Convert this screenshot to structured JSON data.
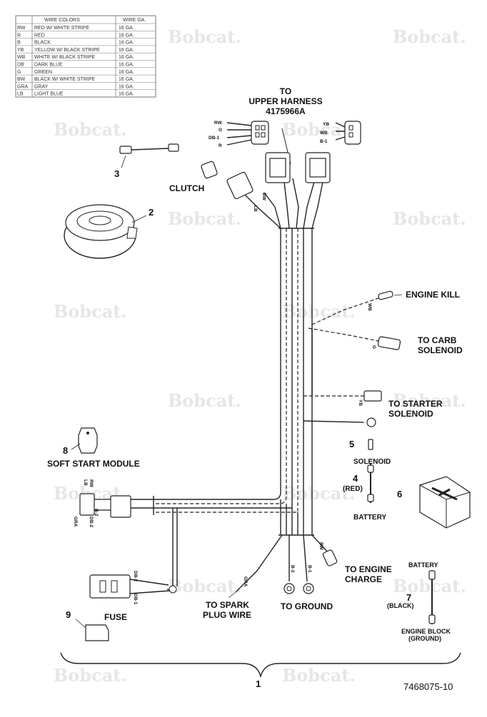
{
  "watermark": "Bobcat.",
  "wire_table": {
    "header_code": "",
    "header_color": "WIRE COLORS",
    "header_gauge": "WIRE GA.",
    "rows": [
      {
        "code": "RW",
        "color": "RED W/ WHITE STRIPE",
        "gauge": "16 GA."
      },
      {
        "code": "R",
        "color": "RED",
        "gauge": "16 GA."
      },
      {
        "code": "B",
        "color": "BLACK",
        "gauge": "16 GA."
      },
      {
        "code": "YB",
        "color": "YELLOW W/ BLACK STRIPE",
        "gauge": "16 GA."
      },
      {
        "code": "WB",
        "color": "WHITE W/ BLACK STRIPE",
        "gauge": "16 GA."
      },
      {
        "code": "DB",
        "color": "DARK BLUE",
        "gauge": "16 GA."
      },
      {
        "code": "G",
        "color": "GREEN",
        "gauge": "16 GA."
      },
      {
        "code": "BW",
        "color": "BLACK W/ WHITE STRIPE",
        "gauge": "16 GA."
      },
      {
        "code": "GRA",
        "color": "GRAY",
        "gauge": "16 GA."
      },
      {
        "code": "LB",
        "color": "LIGHT BLUE",
        "gauge": "16 GA."
      }
    ]
  },
  "labels": {
    "upper_harness_1": "TO",
    "upper_harness_2": "UPPER HARNESS",
    "upper_harness_3": "4175966A",
    "clutch": "CLUTCH",
    "engine_kill": "ENGINE KILL",
    "carb_1": "TO CARB",
    "carb_2": "SOLENOID",
    "starter_1": "TO STARTER",
    "starter_2": "SOLENOID",
    "soft_start": "SOFT START MODULE",
    "solenoid": "SOLENOID",
    "red": "(RED)",
    "battery": "BATTERY",
    "engine_charge_1": "TO ENGINE",
    "engine_charge_2": "CHARGE",
    "battery_top": "BATTERY",
    "black": "(BLACK)",
    "engine_block_1": "ENGINE BLOCK",
    "engine_block_2": "(GROUND)",
    "spark_1": "TO SPARK",
    "spark_2": "PLUG WIRE",
    "ground": "TO GROUND",
    "fuse": "FUSE",
    "part_number": "7468075-10"
  },
  "wire_codes": {
    "rw": "RW",
    "g": "G",
    "db1": "DB-1",
    "r": "R",
    "yb": "YB",
    "wb": "WB",
    "b1": "B-1",
    "bw": "BW",
    "lb": "LB",
    "wb2": "WB",
    "g2": "G",
    "yb2": "YB",
    "rw2": "RW",
    "lb2": "LB",
    "b2": "B-2",
    "db2": "DB-2",
    "gra": "GRA",
    "db2b": "DB-2",
    "db1b": "DB-1",
    "gra2": "GRA",
    "b2b": "B-2",
    "b1b": "B-1",
    "rw3": "RW"
  },
  "callouts": {
    "n1": "1",
    "n2": "2",
    "n3": "3",
    "n4": "4",
    "n5": "5",
    "n6": "6",
    "n7": "7",
    "n8": "8",
    "n9": "9"
  }
}
